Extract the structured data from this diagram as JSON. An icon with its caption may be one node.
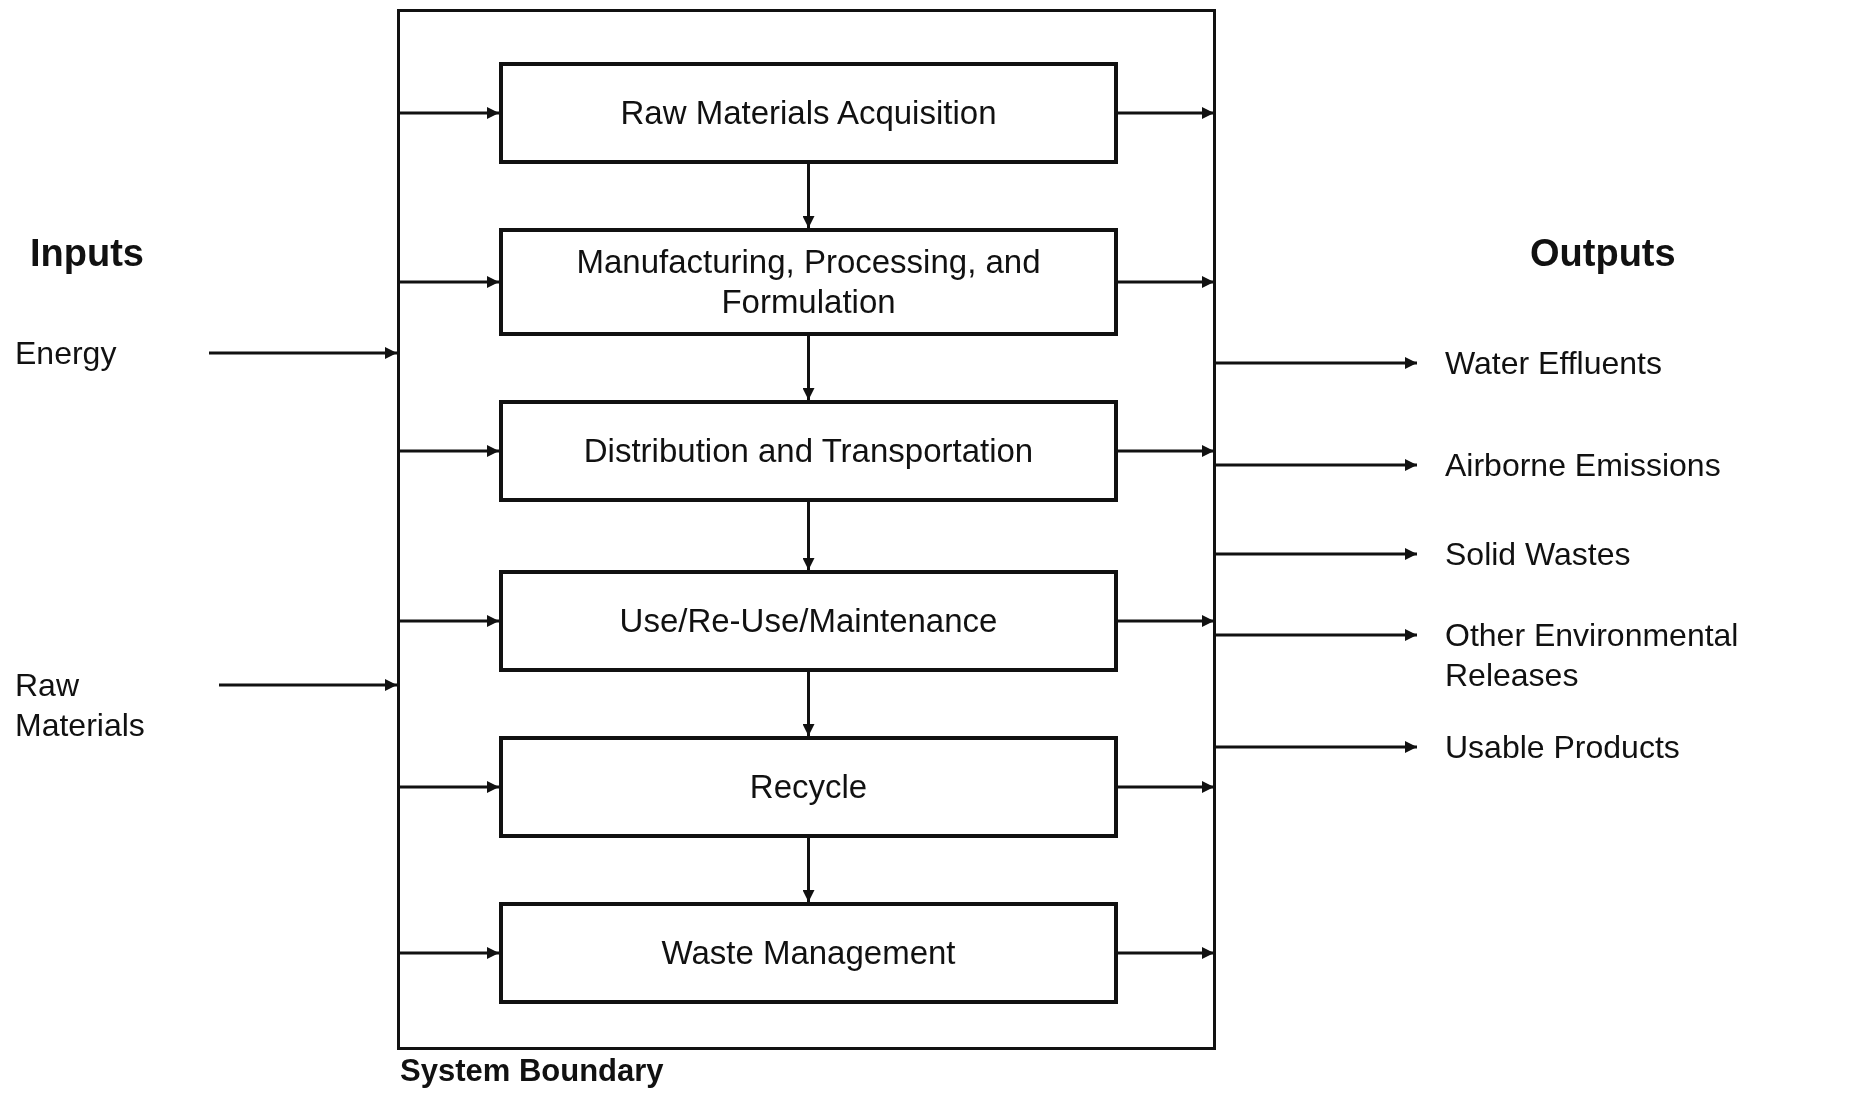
{
  "diagram": {
    "nodes": [
      {
        "text": [
          "System Boundary"
        ]
      },
      {
        "text": [
          "Raw Materials Acquisition"
        ],
        "in": 0
      },
      {
        "text": [
          "Manufacturing, Processing, and Formulation"
        ],
        "in": 0
      },
      {
        "text": [
          "Distribution and Transportation"
        ],
        "in": 0
      },
      {
        "text": [
          "Use/Re-Use/Maintenance"
        ],
        "in": 0
      },
      {
        "text": [
          "Recycle"
        ],
        "in": 0
      },
      {
        "text": [
          "Waste Management"
        ],
        "in": 0
      },
      {
        "text": [
          "Energy"
        ]
      },
      {
        "text": [
          "Raw Materials"
        ]
      },
      {
        "text": [
          "Water Effluents"
        ]
      },
      {
        "text": [
          "Airborne Emissions"
        ]
      },
      {
        "text": [
          "Solid Wastes"
        ]
      },
      {
        "text": [
          "Other Environmental Releases"
        ]
      },
      {
        "text": [
          "Usable Products"
        ]
      }
    ],
    "edges": [
      {
        "from": 0,
        "to": 1,
        "arrow": "to"
      },
      {
        "from": 0,
        "to": 2,
        "arrow": "to"
      },
      {
        "from": 0,
        "to": 3,
        "arrow": "to"
      },
      {
        "from": 0,
        "to": 4,
        "arrow": "to"
      },
      {
        "from": 0,
        "to": 5,
        "arrow": "to"
      },
      {
        "from": 0,
        "to": 6,
        "arrow": "to"
      },
      {
        "from": 1,
        "to": 2,
        "arrow": "to"
      },
      {
        "from": 2,
        "to": 3,
        "arrow": "to"
      },
      {
        "from": 3,
        "to": 4,
        "arrow": "to"
      },
      {
        "from": 4,
        "to": 5,
        "arrow": "to"
      },
      {
        "from": 5,
        "to": 6,
        "arrow": "to"
      },
      {
        "from": 1,
        "to": 0,
        "arrow": "to"
      },
      {
        "from": 2,
        "to": 0,
        "arrow": "to"
      },
      {
        "from": 3,
        "to": 0,
        "arrow": "to"
      },
      {
        "from": 4,
        "to": 0,
        "arrow": "to"
      },
      {
        "from": 5,
        "to": 0,
        "arrow": "to"
      },
      {
        "from": 6,
        "to": 0,
        "arrow": "to"
      },
      {
        "from": 7,
        "to": 0,
        "arrow": "to"
      },
      {
        "from": 8,
        "to": 0,
        "arrow": "to"
      },
      {
        "from": 0,
        "to": 9,
        "arrow": "to"
      },
      {
        "from": 0,
        "to": 10,
        "arrow": "to"
      },
      {
        "from": 0,
        "to": 11,
        "arrow": "to"
      },
      {
        "from": 0,
        "to": 12,
        "arrow": "to"
      },
      {
        "from": 0,
        "to": 13,
        "arrow": "to"
      }
    ],
    "labels": [
      "Inputs",
      "Outputs"
    ]
  }
}
